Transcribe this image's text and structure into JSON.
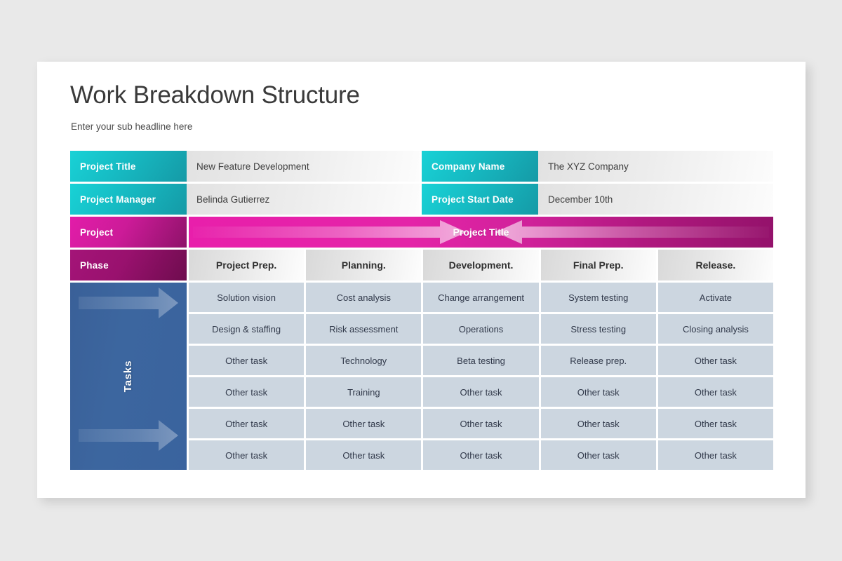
{
  "slide": {
    "title": "Work Breakdown Structure",
    "subtitle": "Enter your sub headline here"
  },
  "info_rows": [
    {
      "left_label": "Project Title",
      "left_value": "New Feature Development",
      "right_label": "Company  Name",
      "right_value": "The XYZ Company"
    },
    {
      "left_label": "Project Manager",
      "left_value": "Belinda Gutierrez",
      "right_label": "Project Start Date",
      "right_value": "December 10th"
    }
  ],
  "project_row": {
    "label": "Project",
    "bar_text": "Project Title"
  },
  "phase_row": {
    "label": "Phase",
    "phases": [
      "Project Prep.",
      "Planning.",
      "Development.",
      "Final Prep.",
      "Release."
    ]
  },
  "tasks_section": {
    "label": "Tasks",
    "rows": [
      [
        "Solution vision",
        "Cost analysis",
        "Change arrangement",
        "System testing",
        "Activate"
      ],
      [
        "Design & staffing",
        "Risk assessment",
        "Operations",
        "Stress testing",
        "Closing analysis"
      ],
      [
        "Other task",
        "Technology",
        "Beta testing",
        "Release prep.",
        "Other task"
      ],
      [
        "Other task",
        "Training",
        "Other task",
        "Other task",
        "Other task"
      ],
      [
        "Other task",
        "Other task",
        "Other task",
        "Other task",
        "Other task"
      ],
      [
        "Other task",
        "Other task",
        "Other task",
        "Other task",
        "Other task"
      ]
    ]
  },
  "colors": {
    "teal": "#16bcc4",
    "magenta": "#d420a5",
    "purple": "#99116e",
    "blue": "#3a639e",
    "task_cell": "#ccd6e0",
    "page_background": "#e9e9e9"
  }
}
